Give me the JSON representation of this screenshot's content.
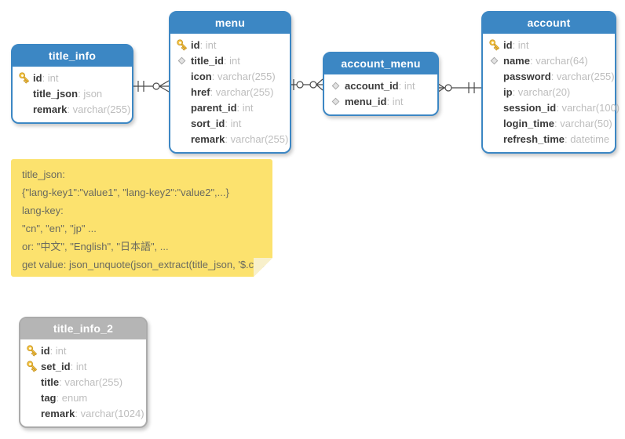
{
  "tables": [
    {
      "name": "title_info",
      "theme": "blue",
      "fields": [
        {
          "icon": "primary-key",
          "name": "id",
          "type": "int"
        },
        {
          "icon": "none",
          "name": "title_json",
          "type": "json"
        },
        {
          "icon": "none",
          "name": "remark",
          "type": "varchar(255)"
        }
      ]
    },
    {
      "name": "menu",
      "theme": "blue",
      "fields": [
        {
          "icon": "primary-key",
          "name": "id",
          "type": "int"
        },
        {
          "icon": "foreign-key",
          "name": "title_id",
          "type": "int"
        },
        {
          "icon": "none",
          "name": "icon",
          "type": "varchar(255)"
        },
        {
          "icon": "none",
          "name": "href",
          "type": "varchar(255)"
        },
        {
          "icon": "none",
          "name": "parent_id",
          "type": "int"
        },
        {
          "icon": "none",
          "name": "sort_id",
          "type": "int"
        },
        {
          "icon": "none",
          "name": "remark",
          "type": "varchar(255)"
        }
      ]
    },
    {
      "name": "account_menu",
      "theme": "blue",
      "fields": [
        {
          "icon": "foreign-key",
          "name": "account_id",
          "type": "int"
        },
        {
          "icon": "foreign-key",
          "name": "menu_id",
          "type": "int"
        }
      ]
    },
    {
      "name": "account",
      "theme": "blue",
      "fields": [
        {
          "icon": "primary-key",
          "name": "id",
          "type": "int"
        },
        {
          "icon": "foreign-key",
          "name": "name",
          "type": "varchar(64)"
        },
        {
          "icon": "none",
          "name": "password",
          "type": "varchar(255)"
        },
        {
          "icon": "none",
          "name": "ip",
          "type": "varchar(20)"
        },
        {
          "icon": "none",
          "name": "session_id",
          "type": "varchar(100)"
        },
        {
          "icon": "none",
          "name": "login_time",
          "type": "varchar(50)"
        },
        {
          "icon": "none",
          "name": "refresh_time",
          "type": "datetime"
        }
      ]
    },
    {
      "name": "title_info_2",
      "theme": "gray",
      "fields": [
        {
          "icon": "primary-key",
          "name": "id",
          "type": "int"
        },
        {
          "icon": "primary-key",
          "name": "set_id",
          "type": "int"
        },
        {
          "icon": "none",
          "name": "title",
          "type": "varchar(255)"
        },
        {
          "icon": "none",
          "name": "tag",
          "type": "enum"
        },
        {
          "icon": "none",
          "name": "remark",
          "type": "varchar(1024)"
        }
      ]
    }
  ],
  "note": {
    "lines": [
      "title_json:",
      "{\"lang-key1\":\"value1\", \"lang-key2\":\"value2\",...}",
      "lang-key:",
      "\"cn\", \"en\", \"jp\" ...",
      "or: \"中文\", \"English\", \"日本語\", ...",
      "get value: json_unquote(json_extract(title_json, '$.cn')"
    ]
  },
  "relations": [
    {
      "from": "title_info",
      "to": "menu",
      "from_end": "exactly-one",
      "to_end": "zero-or-many"
    },
    {
      "from": "menu",
      "to": "account_menu",
      "from_end": "zero-or-one",
      "to_end": "zero-or-many"
    },
    {
      "from": "account_menu",
      "to": "account",
      "from_end": "zero-or-many",
      "to_end": "exactly-one"
    }
  ],
  "colors": {
    "table_header_blue": "#3C87C4",
    "table_header_gray": "#B5B5B5",
    "note_yellow": "#FCE26E",
    "connector": "#4A4A4A",
    "field_name": "#3A3A3A",
    "field_type": "#BDBDBD",
    "key_icon_gold": "#F6C644"
  }
}
